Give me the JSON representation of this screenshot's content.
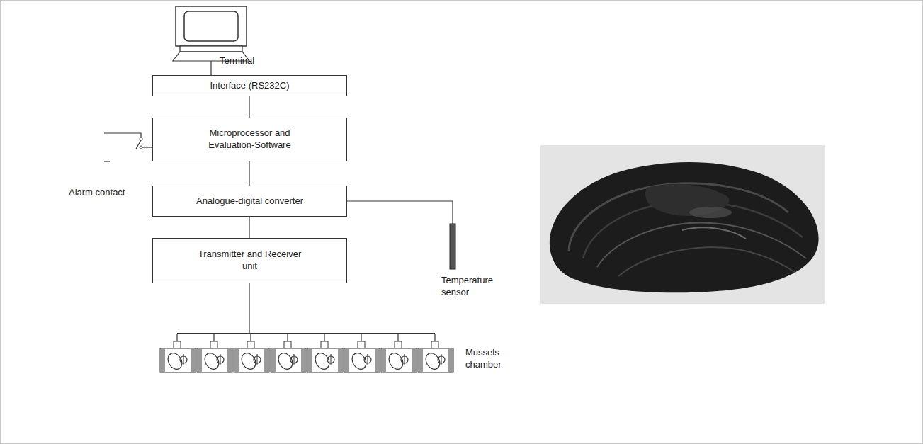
{
  "diagram": {
    "nodes": [
      {
        "text": [
          "Terminal"
        ]
      },
      {
        "text": [
          "Interface (RS232C)"
        ]
      },
      {
        "text": [
          "Microprocessor and Evaluation-Software"
        ]
      },
      {
        "text": [
          "Alarm contact"
        ]
      },
      {
        "text": [
          "Analogue-digital converter"
        ]
      },
      {
        "text": [
          "Transmitter and Receiver unit"
        ]
      },
      {
        "text": [
          "Temperature sensor"
        ]
      },
      {
        "text": [
          "Mussels chamber"
        ]
      }
    ],
    "edges": [
      {
        "from": 0,
        "to": 1,
        "arrow": "none"
      },
      {
        "from": 1,
        "to": 2,
        "arrow": "none"
      },
      {
        "from": 3,
        "to": 2,
        "arrow": "none"
      },
      {
        "from": 2,
        "to": 4,
        "arrow": "none"
      },
      {
        "from": 4,
        "to": 6,
        "arrow": "none"
      },
      {
        "from": 4,
        "to": 5,
        "arrow": "none"
      },
      {
        "from": 5,
        "to": 7,
        "arrow": "none"
      }
    ]
  }
}
